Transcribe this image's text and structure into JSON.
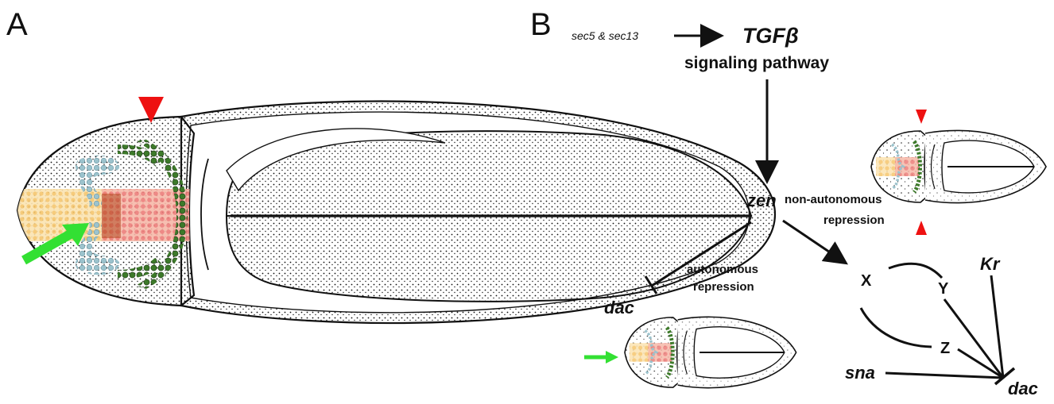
{
  "panel_a": {
    "label": "A"
  },
  "panel_b": {
    "label": "B",
    "genes_input": "sec5 & sec13",
    "tgf": "TGFβ",
    "pathway": "signaling pathway",
    "zen": "zen",
    "non_autonomous_line1": "non-autonomous",
    "non_autonomous_line2": "repression",
    "autonomous_line1": "autonomous",
    "autonomous_line2": "repression",
    "dac_left": "dac",
    "x": "X",
    "y": "Y",
    "z": "Z",
    "kr": "Kr",
    "sna": "sna",
    "dac_right": "dac"
  },
  "colors": {
    "arrow_green": "#33e033",
    "arrowhead_red": "#ee1111",
    "stipple": "#111111",
    "orange_zone": "#f7c870",
    "pink_zone": "#f08a8a",
    "green_cells": "#3d7a2a",
    "blue_cells": "#8bb8c4"
  }
}
